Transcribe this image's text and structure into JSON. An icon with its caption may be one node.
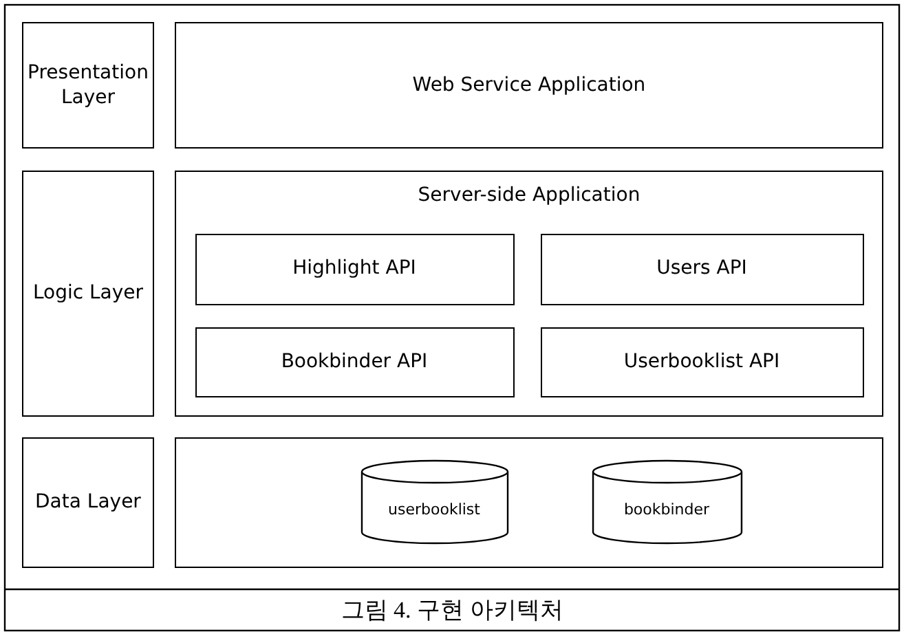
{
  "diagram": {
    "caption": "그림 4. 구현 아키텍처",
    "nodes": [
      {
        "text": [
          "Presentation Layer"
        ]
      },
      {
        "text": [
          "Web Service Application"
        ]
      },
      {
        "text": [
          "Logic Layer"
        ]
      },
      {
        "text": [
          "Server-side Application"
        ]
      },
      {
        "text": [
          "Highlight API"
        ],
        "in": 3
      },
      {
        "text": [
          "Users API"
        ],
        "in": 3
      },
      {
        "text": [
          "Bookbinder API"
        ],
        "in": 3
      },
      {
        "text": [
          "Userbooklist API"
        ],
        "in": 3
      },
      {
        "text": [
          "Data Layer"
        ]
      },
      {
        "text": [],
        "shape": "box"
      },
      {
        "text": [
          "userbooklist"
        ],
        "in": 9
      },
      {
        "text": [
          "bookbinder"
        ],
        "in": 9
      }
    ]
  }
}
